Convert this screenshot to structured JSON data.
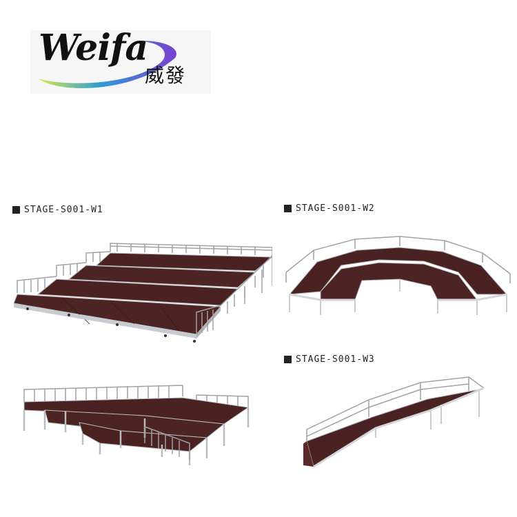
{
  "brand": {
    "name": "Weifa",
    "chinese_name": "威發",
    "accent_colors": [
      "#7a3fd1",
      "#2f9cd6",
      "#d8e84a"
    ]
  },
  "products": [
    {
      "code": "STAGE-S001-W1"
    },
    {
      "code": "STAGE-S001-W2"
    },
    {
      "code": "STAGE-S001-W3"
    }
  ],
  "colors": {
    "deck": "#4a2222",
    "deck_edge": "#2a1414",
    "frame": "#b9bcc0",
    "rail": "#9ea2a6"
  }
}
